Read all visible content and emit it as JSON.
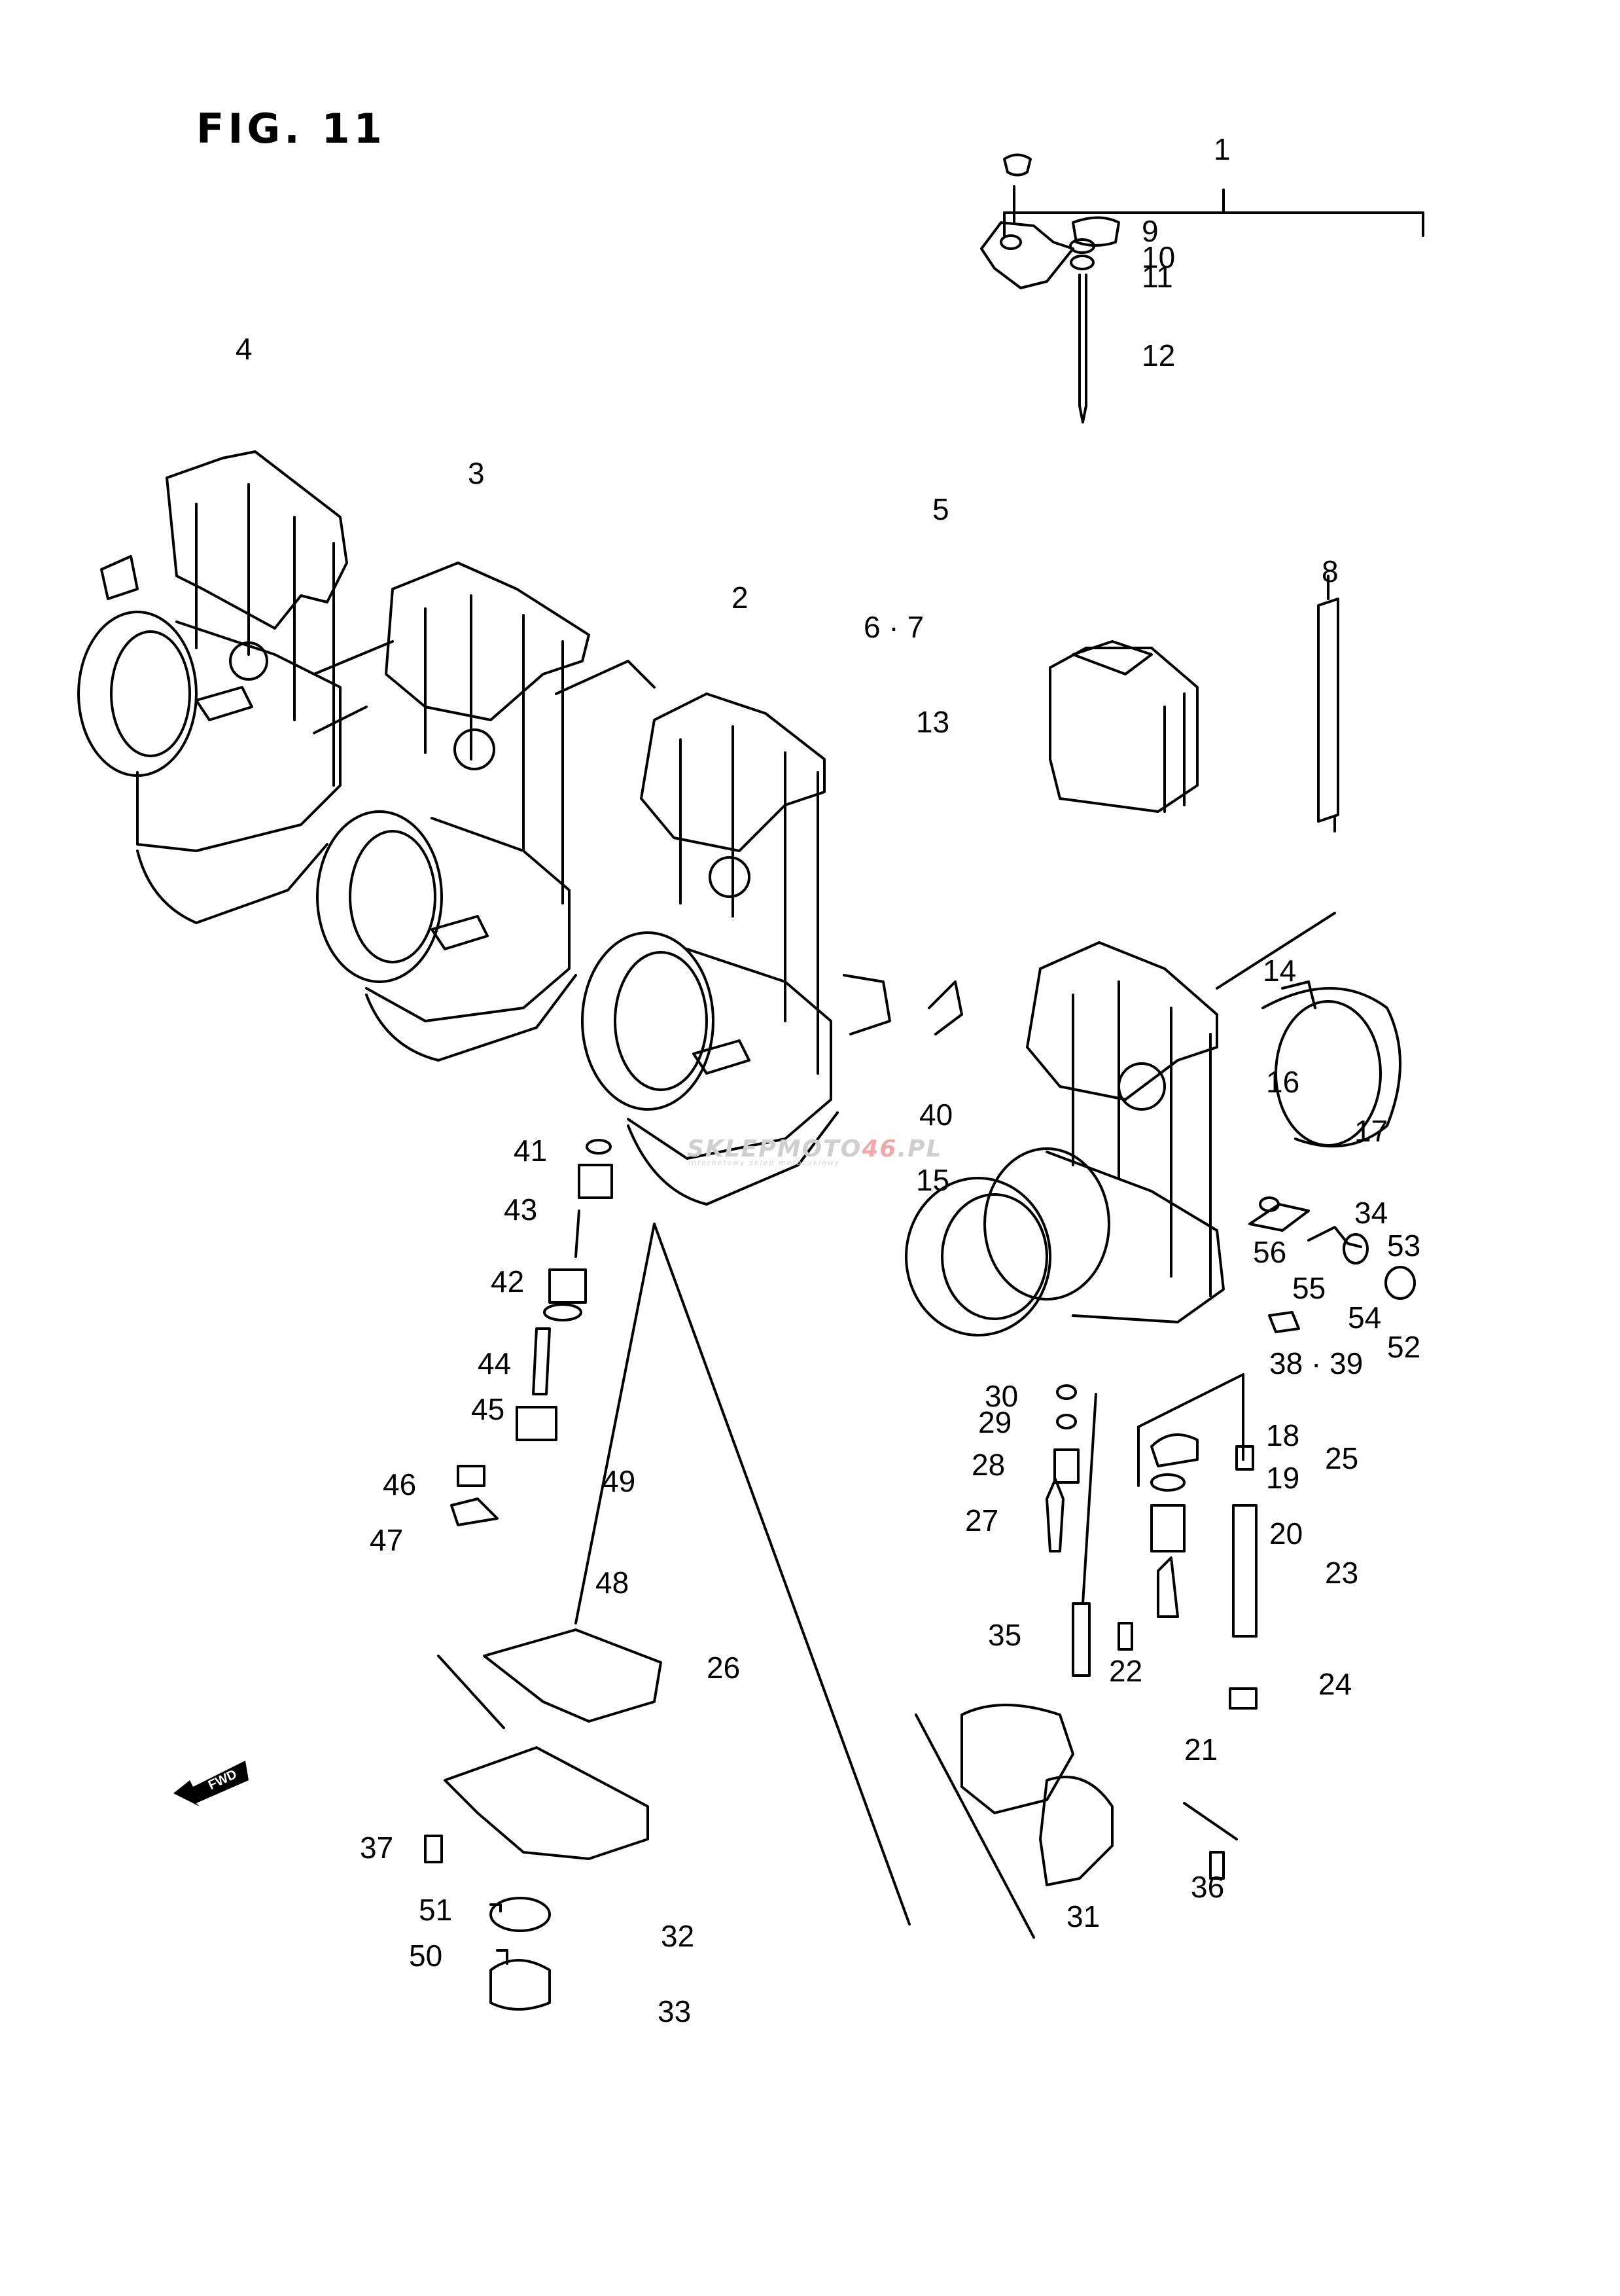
{
  "figure": {
    "title": "FIG. 11",
    "fwd_label": "FWD"
  },
  "watermark": {
    "brand_gray": "SKLEPMOTO",
    "brand_red": "46",
    "brand_suffix": ".PL",
    "tagline": "internetowy sklep motocyklowy",
    "colors": {
      "gray": "#cfcfcf",
      "red": "#f2a8a8"
    }
  },
  "callouts": {
    "c1": "1",
    "c2": "2",
    "c3": "3",
    "c4": "4",
    "c5": "5",
    "c6_7": "6 · 7",
    "c8": "8",
    "c9": "9",
    "c10": "10",
    "c11": "11",
    "c12": "12",
    "c13": "13",
    "c14": "14",
    "c15": "15",
    "c16": "16",
    "c17": "17",
    "c18": "18",
    "c19": "19",
    "c20": "20",
    "c21": "21",
    "c22": "22",
    "c23": "23",
    "c24": "24",
    "c25": "25",
    "c26": "26",
    "c27": "27",
    "c28": "28",
    "c29": "29",
    "c30": "30",
    "c31": "31",
    "c32": "32",
    "c33": "33",
    "c34": "34",
    "c35": "35",
    "c36": "36",
    "c37": "37",
    "c38_39": "38 · 39",
    "c40": "40",
    "c41": "41",
    "c42": "42",
    "c43": "43",
    "c44": "44",
    "c45": "45",
    "c46": "46",
    "c47": "47",
    "c48": "48",
    "c49": "49",
    "c50": "50",
    "c51": "51",
    "c52": "52",
    "c53": "53",
    "c54": "54",
    "c55": "55",
    "c56": "56"
  }
}
